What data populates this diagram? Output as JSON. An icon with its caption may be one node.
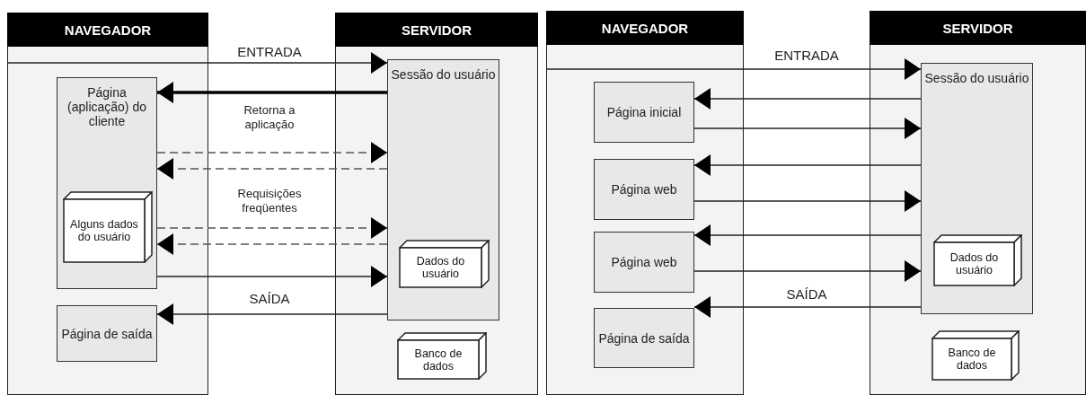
{
  "diagram": {
    "nodes": [
      {
        "text": [
          "NAVEGADOR"
        ]
      },
      {
        "text": [
          "SERVIDOR"
        ]
      },
      {
        "text": [
          "Página (aplicação) do cliente"
        ],
        "in": 0
      },
      {
        "text": [
          "Alguns dados do usuário"
        ],
        "in": 2
      },
      {
        "text": [
          "Página de saída"
        ],
        "in": 0
      },
      {
        "text": [
          "Sessão do usuário"
        ],
        "in": 1
      },
      {
        "text": [
          "Dados do usuário"
        ],
        "in": 5
      },
      {
        "text": [
          "Banco de dados"
        ],
        "in": 1
      },
      {
        "text": [
          "NAVEGADOR"
        ]
      },
      {
        "text": [
          "SERVIDOR"
        ]
      },
      {
        "text": [
          "Página inicial"
        ],
        "in": 8
      },
      {
        "text": [
          "Página web"
        ],
        "in": 8
      },
      {
        "text": [
          "Página web"
        ],
        "in": 8
      },
      {
        "text": [
          "Página de saída"
        ],
        "in": 8
      },
      {
        "text": [
          "Sessão do usuário"
        ],
        "in": 9
      },
      {
        "text": [
          "Dados do usuário"
        ],
        "in": 14
      },
      {
        "text": [
          "Banco de dados"
        ],
        "in": 9
      }
    ],
    "edges": [
      {
        "from": 0,
        "to": 5,
        "arrow": "to",
        "label": "ENTRADA"
      },
      {
        "from": 5,
        "to": 2,
        "arrow": "to",
        "label": "Retorna a aplicação",
        "style": "thick"
      },
      {
        "from": 2,
        "to": 5,
        "arrow": "to",
        "style": "dashed"
      },
      {
        "from": 5,
        "to": 2,
        "arrow": "to",
        "style": "dashed"
      },
      {
        "from": 2,
        "to": 5,
        "arrow": "to",
        "style": "dashed",
        "label": "Requisições freqüentes"
      },
      {
        "from": 5,
        "to": 2,
        "arrow": "to",
        "style": "dashed"
      },
      {
        "from": 2,
        "to": 5,
        "arrow": "to"
      },
      {
        "from": 5,
        "to": 4,
        "arrow": "to",
        "label": "SAÍDA"
      },
      {
        "from": 8,
        "to": 14,
        "arrow": "to",
        "label": "ENTRADA"
      },
      {
        "from": 14,
        "to": 10,
        "arrow": "to"
      },
      {
        "from": 10,
        "to": 14,
        "arrow": "to"
      },
      {
        "from": 14,
        "to": 11,
        "arrow": "to"
      },
      {
        "from": 11,
        "to": 14,
        "arrow": "to"
      },
      {
        "from": 14,
        "to": 12,
        "arrow": "to"
      },
      {
        "from": 12,
        "to": 14,
        "arrow": "to"
      },
      {
        "from": 14,
        "to": 13,
        "arrow": "to",
        "label": "SAÍDA"
      }
    ]
  }
}
